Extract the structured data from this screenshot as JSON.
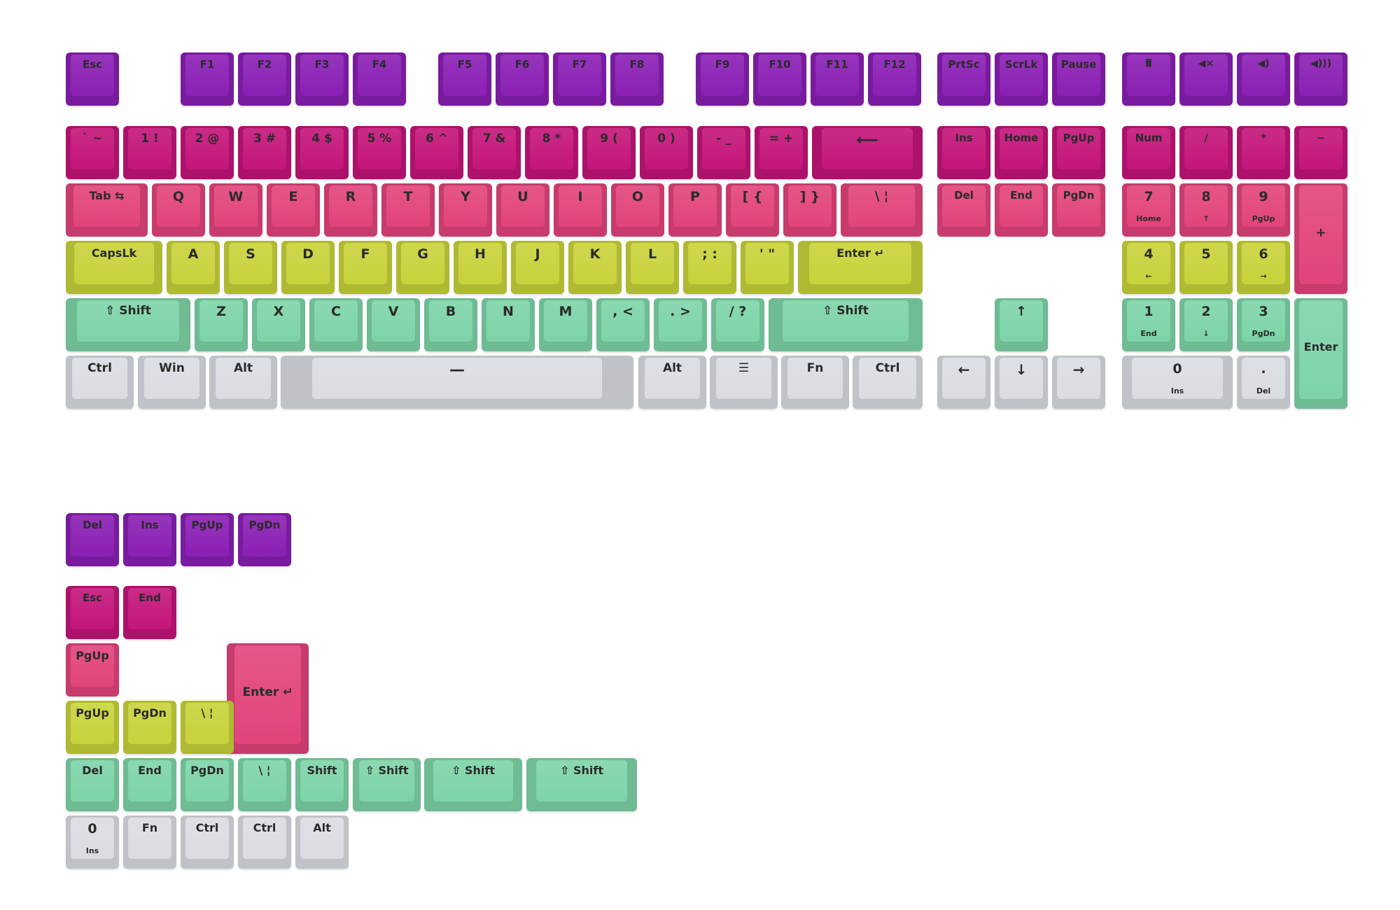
{
  "colors": {
    "purple": "#8a1fb4",
    "magenta": "#c4157a",
    "pink": "#e2437d",
    "lime": "#c8d23a",
    "mint": "#7dd4a8",
    "grey": "#d9dde1"
  },
  "icons": {
    "calculator": "calculator-icon",
    "mute": "mute-icon",
    "volume_down": "volume-down-icon",
    "volume_up": "volume-up-icon",
    "backspace": "backspace-arrow-icon",
    "tab": "tab-arrows-icon",
    "enter": "enter-arrow-icon",
    "shift": "shift-arrow-icon",
    "menu": "menu-icon",
    "arrows": "arrow-icon"
  },
  "keyboard": {
    "row_fn": [
      "Esc",
      "F1",
      "F2",
      "F3",
      "F4",
      "F5",
      "F6",
      "F7",
      "F8",
      "F9",
      "F10",
      "F11",
      "F12",
      "PrtSc",
      "ScrLk",
      "Pause",
      "🖩",
      "◀×",
      "◀)",
      "◀)))"
    ],
    "row_num": [
      "` ~",
      "1 !",
      "2 @",
      "3 #",
      "4 $",
      "5 %",
      "6 ^",
      "7 &",
      "8 *",
      "9 (",
      "0 )",
      "- _",
      "= +",
      "⟵",
      "Ins",
      "Home",
      "PgUp",
      "Num",
      "/",
      "*",
      "−"
    ],
    "row_qwerty": [
      "Tab ⇆",
      "Q",
      "W",
      "E",
      "R",
      "T",
      "Y",
      "U",
      "I",
      "O",
      "P",
      "[ {",
      "] }",
      "\\ ¦",
      "Del",
      "End",
      "PgDn",
      "+"
    ],
    "row_home": [
      "CapsLk",
      "A",
      "S",
      "D",
      "F",
      "G",
      "H",
      "J",
      "K",
      "L",
      "; :",
      "' \"",
      "Enter ↵"
    ],
    "row_shift": [
      "⇧ Shift",
      "Z",
      "X",
      "C",
      "V",
      "B",
      "N",
      "M",
      ", <",
      ". >",
      "/ ?",
      "⇧ Shift",
      "↑",
      "Enter"
    ],
    "row_bottom": [
      "Ctrl",
      "Win",
      "Alt",
      "—",
      "Alt",
      "☰",
      "Fn",
      "Ctrl",
      "←",
      "↓",
      "→"
    ],
    "numpad_main": [
      "7",
      "8",
      "9",
      "4",
      "5",
      "6",
      "1",
      "2",
      "3",
      "0",
      "."
    ],
    "numpad_sub": [
      "Home",
      "↑",
      "PgUp",
      "←",
      "",
      "→",
      "End",
      "↓",
      "PgDn",
      "Ins",
      "Del"
    ]
  },
  "extras": {
    "row_a": [
      "Del",
      "Ins",
      "PgUp",
      "PgDn"
    ],
    "row_b": [
      "Esc",
      "End"
    ],
    "row_c": [
      "PgUp",
      "Enter ↵"
    ],
    "row_d": [
      "PgUp",
      "PgDn",
      "\\ ¦"
    ],
    "row_e": [
      "Del",
      "End",
      "PgDn",
      "\\ ¦",
      "Shift",
      "⇧ Shift",
      "⇧ Shift",
      "⇧ Shift"
    ],
    "row_f": [
      "0",
      "Fn",
      "Ctrl",
      "Ctrl",
      "Alt"
    ],
    "row_f_sub": [
      "Ins"
    ]
  }
}
